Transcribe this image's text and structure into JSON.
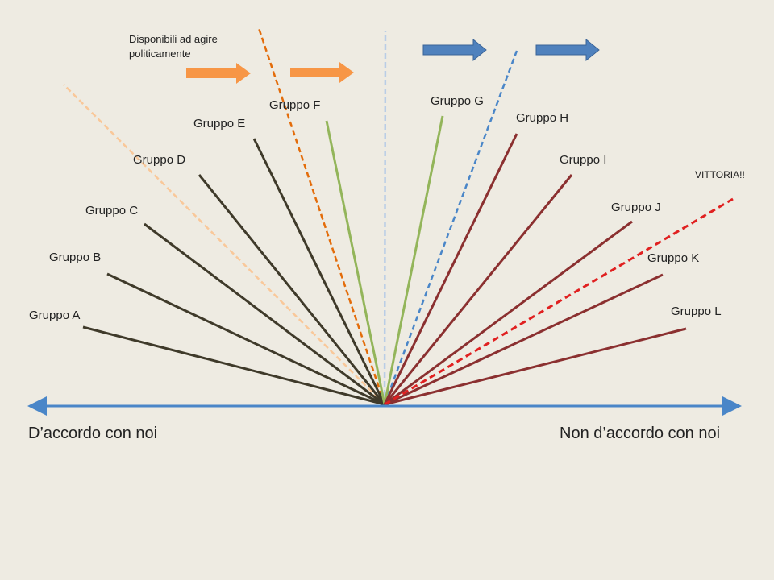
{
  "title_note": "Disponibili ad agire politicamente",
  "title_note_lines": [
    "Disponibili ad agire",
    "politicamente"
  ],
  "axis": {
    "left_label": "D’accordo con noi",
    "right_label": "Non d’accordo con noi"
  },
  "victory_label": "VITTORIA!!",
  "groups": [
    {
      "label": "Gruppo A",
      "color": "#3f3a2a"
    },
    {
      "label": "Gruppo B",
      "color": "#3f3a2a"
    },
    {
      "label": "Gruppo C",
      "color": "#3f3a2a"
    },
    {
      "label": "Gruppo D",
      "color": "#3f3a2a"
    },
    {
      "label": "Gruppo E",
      "color": "#3f3a2a"
    },
    {
      "label": "Gruppo F",
      "color": "#93b55a"
    },
    {
      "label": "Gruppo G",
      "color": "#93b55a"
    },
    {
      "label": "Gruppo H",
      "color": "#8b3030"
    },
    {
      "label": "Gruppo I",
      "color": "#8b3030"
    },
    {
      "label": "Gruppo J",
      "color": "#8b3030"
    },
    {
      "label": "Gruppo K",
      "color": "#8b3030"
    },
    {
      "label": "Gruppo L",
      "color": "#8b3030"
    }
  ],
  "colors": {
    "orange_arrow": "#f79646",
    "blue_arrow": "#4f81bd",
    "axis": "#4a86c8",
    "victory": "#e02020"
  }
}
